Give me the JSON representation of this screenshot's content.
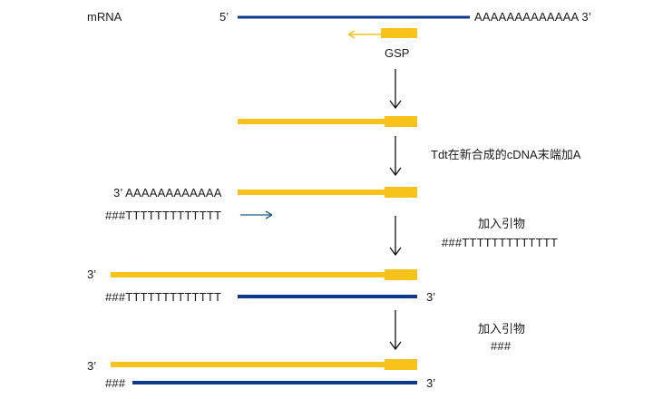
{
  "labels": {
    "mrna": "mRNA",
    "five_prime": "5’",
    "polyA_tail_3prime": "AAAAAAAAAAAAA 3’",
    "gsp": "GSP",
    "tdt_step": "Tdt在新合成的cDNA末端加A",
    "polyA_3prime_left": "3’ AAAAAAAAAAAA",
    "primer_oligoT_row3": "###TTTTTTTTTTTTT",
    "add_primer_1": "加入引物",
    "primer_oligoT_step": "###TTTTTTTTTTTTT",
    "three_prime_row4_left": "3’",
    "primer_oligoT_row4": "###TTTTTTTTTTTTT",
    "three_prime_row4_right": "3’",
    "add_primer_2": "加入引物",
    "primer_hash_step": "###",
    "three_prime_row5_left": "3’",
    "primer_hash_row5": "###",
    "three_prime_row5_right": "3’"
  },
  "colors": {
    "mrna_strand": "#0B3A8F",
    "cdna_strand": "#F7C31A",
    "arrow": "#111111",
    "extension_arrow": "#1F5D8A"
  }
}
